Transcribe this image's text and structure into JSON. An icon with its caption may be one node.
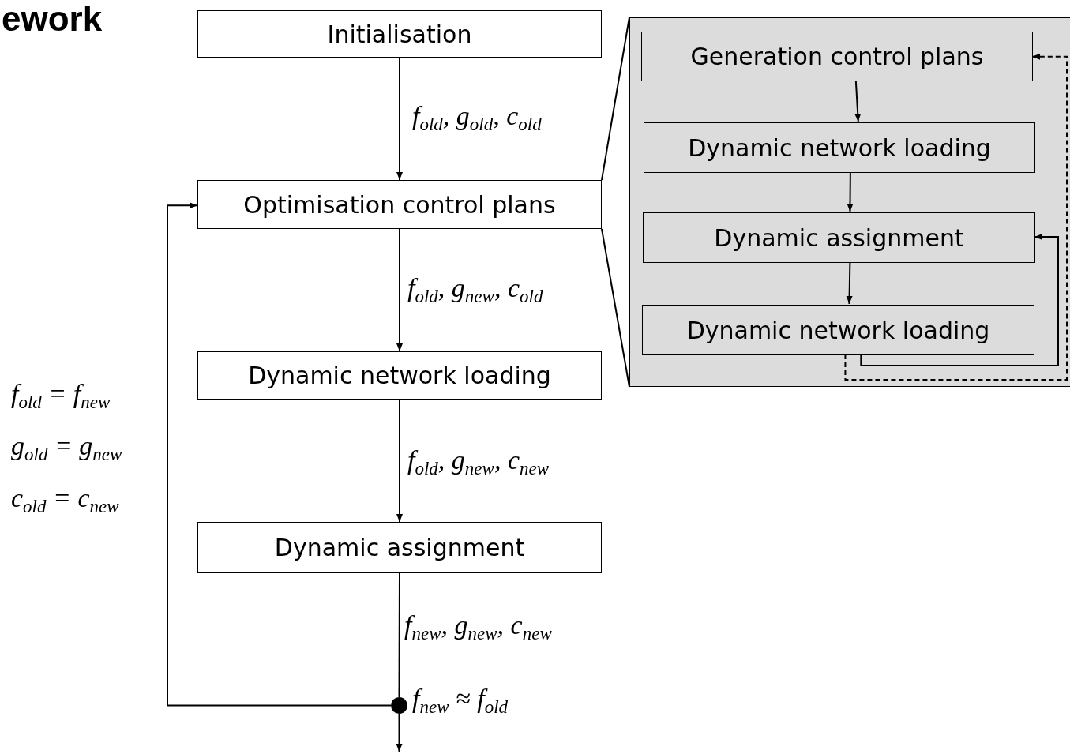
{
  "diagram": {
    "title": "ework",
    "nodes": [
      {
        "text": [
          "Initialisation"
        ]
      },
      {
        "text": [
          "Optimisation control plans"
        ]
      },
      {
        "text": [
          "Dynamic network loading"
        ]
      },
      {
        "text": [
          "Dynamic assignment"
        ]
      },
      {
        "text": [],
        "shape": "circle",
        "beside": [
          "f$_{new}$ ≈ f$_{old}$"
        ]
      },
      {
        "text": [],
        "shape": "box"
      },
      {
        "text": [
          "Generation control plans"
        ],
        "in": 5
      },
      {
        "text": [
          "Dynamic network loading"
        ],
        "in": 5
      },
      {
        "text": [
          "Dynamic assignment"
        ],
        "in": 5
      },
      {
        "text": [
          "Dynamic network loading"
        ],
        "in": 5
      }
    ],
    "edges": [
      {
        "from": 0,
        "to": 1,
        "arrow": "to",
        "label": "f$_{old}$, g$_{old}$, c$_{old}$"
      },
      {
        "from": 1,
        "to": 2,
        "arrow": "to",
        "label": "f$_{old}$, g$_{new}$, c$_{old}$"
      },
      {
        "from": 2,
        "to": 3,
        "arrow": "to",
        "label": "f$_{old}$, g$_{new}$, c$_{new}$"
      },
      {
        "from": 3,
        "to": 4,
        "arrow": "none",
        "label": "f$_{new}$, g$_{new}$, c$_{new}$"
      },
      {
        "from": 4,
        "to": 1,
        "arrow": "to"
      },
      {
        "from": 4,
        "to": null,
        "arrow": "to"
      },
      {
        "from": 1,
        "to": 5,
        "arrow": "none"
      },
      {
        "from": 1,
        "to": 5,
        "arrow": "none"
      },
      {
        "from": 6,
        "to": 7,
        "arrow": "to"
      },
      {
        "from": 7,
        "to": 8,
        "arrow": "to"
      },
      {
        "from": 8,
        "to": 9,
        "arrow": "to"
      },
      {
        "from": 9,
        "to": 8,
        "arrow": "to"
      },
      {
        "from": 9,
        "to": 6,
        "arrow": "to",
        "style": "dashed"
      }
    ],
    "labels": [
      "f$_{old}$ = f$_{new}$",
      "g$_{old}$ = g$_{new}$",
      "c$_{old}$ = c$_{new}$"
    ]
  }
}
